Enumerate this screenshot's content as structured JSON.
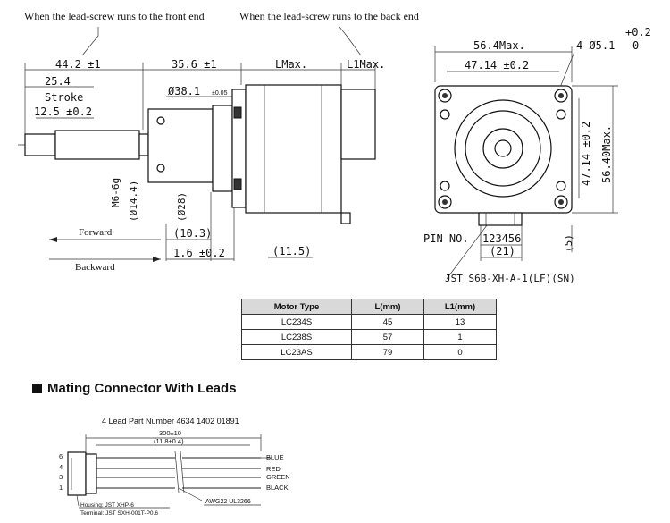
{
  "top_notes": {
    "front": "When the lead-screw runs to the front end",
    "back": "When the lead-screw runs to the back end"
  },
  "side_view": {
    "dim_total_front": "44.2 ±1",
    "dim_25_4": "25.4",
    "stroke_label": "Stroke",
    "stroke_value": "12.5 ±0.2",
    "dim_35_6": "35.6 ±1",
    "dim_L": "LMax.",
    "dim_L1": "L1Max.",
    "dia_38_1": "Ø38.1",
    "tol_38_1": "±0.05",
    "thread": "M6-6g",
    "dia_14_4": "(Ø14.4)",
    "dia_28": "(Ø28)",
    "dim_10_3": "(10.3)",
    "dim_1_6": "1.6 ±0.2",
    "dim_11_5": "(11.5)",
    "forward": "Forward",
    "backward": "Backward"
  },
  "front_view": {
    "dim_56_4": "56.4Max.",
    "dim_47_14_top": "47.14 ±0.2",
    "holes": "4-Ø5.1",
    "holes_tol_upper": "+0.2",
    "holes_tol_lower": "0",
    "dim_47_14_side": "47.14 ±0.2",
    "dim_56_40": "56.40Max.",
    "pin_no_label": "PIN NO.",
    "pin_numbers": "123456",
    "dim_21": "(21)",
    "dim_5": "(5)",
    "connector_part": "JST S6B-XH-A-1(LF)(SN)"
  },
  "motor_table": {
    "headers": [
      "Motor Type",
      "L(mm)",
      "L1(mm)"
    ],
    "rows": [
      [
        "LC234S",
        "45",
        "13"
      ],
      [
        "LC238S",
        "57",
        "1"
      ],
      [
        "LC23AS",
        "79",
        "0"
      ]
    ]
  },
  "connector_section": {
    "title": "Mating Connector With Leads",
    "part_number": "4 Lead Part Number 4634 1402 01891",
    "length": "300±10",
    "length_in": "(11.8±0.4)",
    "pins": [
      "6",
      "4",
      "3",
      "1"
    ],
    "wires": [
      "BLUE",
      "RED",
      "GREEN",
      "BLACK"
    ],
    "housing": "Housing: JST XHP-6",
    "terminal": "Terminal: JST SXH-001T-P0.6",
    "awg": "AWG22 UL3266"
  }
}
